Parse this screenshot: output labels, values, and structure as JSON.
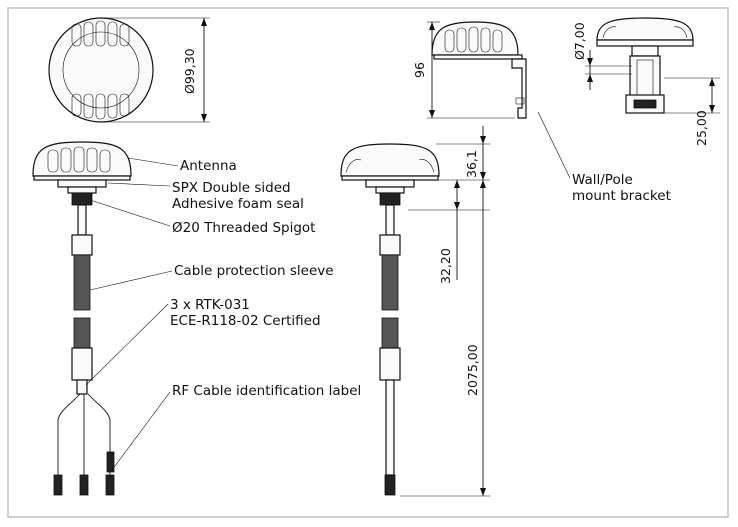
{
  "callouts": {
    "antenna": "Antenna",
    "seal_line1": "SPX Double sided",
    "seal_line2": "Adhesive foam seal",
    "spigot": "Ø20 Threaded Spigot",
    "sleeve": "Cable protection sleeve",
    "cables_line1": "3 x RTK-031",
    "cables_line2": "ECE-R118-02 Certified",
    "label": "RF Cable identification label",
    "bracket_line1": "Wall/Pole",
    "bracket_line2": "mount bracket"
  },
  "dimensions": {
    "diameter": "Ø99,30",
    "bracket_height": "96",
    "hole": "Ø7,00",
    "bracket_depth": "25,00",
    "dome_height": "36,1",
    "spigot_length": "32,20",
    "cable_length": "2075,00"
  }
}
